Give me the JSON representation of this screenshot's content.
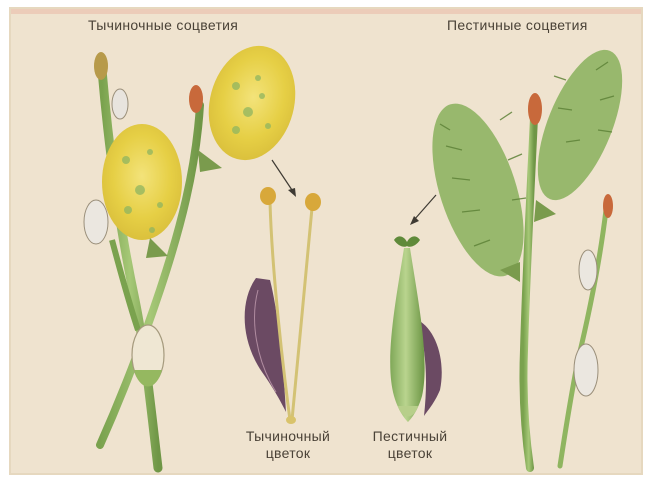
{
  "titles": {
    "staminate": "Тычиночные соцветия",
    "pistillate": "Пестичные соцветия"
  },
  "captions": {
    "staminate_flower": [
      "Тычиночный",
      "цветок"
    ],
    "pistillate_flower": [
      "Пестичный",
      "цветок"
    ]
  },
  "colors": {
    "paper": "#efe3cf",
    "stem": "#8fb560",
    "catkin_yellow": "#e9d34a",
    "catkin_green": "#98b86d",
    "bud_red": "#c8693b",
    "bract_purple": "#6b4a63"
  }
}
